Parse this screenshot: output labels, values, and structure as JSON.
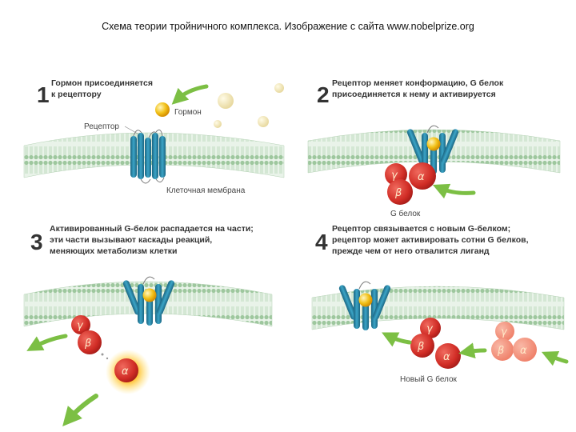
{
  "caption": "Схема теории тройничного комплекса. Изображение с сайта www.nobelprize.org",
  "colors": {
    "membrane": "#c9e0c9",
    "lipid_head": "#9bc49b",
    "receptor": "#2a7f9e",
    "hormone": "#f0b400",
    "alpha": "#d7332b",
    "beta": "#c92b26",
    "gamma": "#e0403a",
    "arrow": "#7cbf44"
  },
  "panels": [
    {
      "number": "1",
      "title_lines": [
        "Гормон присоединяется",
        "к рецептору"
      ],
      "labels": {
        "hormone": "Гормон",
        "receptor": "Рецептор",
        "membrane": "Клеточная мембрана"
      }
    },
    {
      "number": "2",
      "title_lines": [
        "Рецептор меняет конформацию, G белок",
        "присоединяется к нему и активируется"
      ],
      "labels": {
        "gprotein": "G белок"
      }
    },
    {
      "number": "3",
      "title_lines": [
        "Активированный G-белок распадается на части;",
        "эти части вызывают каскады реакций,",
        "меняющих метаболизм клетки"
      ]
    },
    {
      "number": "4",
      "title_lines": [
        "Рецептор связывается с новым G-белком;",
        "рецептор может активировать сотни G белков,",
        "прежде чем от него отвалится лиганд"
      ],
      "labels": {
        "new_gprotein": "Новый G белок"
      }
    }
  ],
  "subunits": {
    "alpha": "α",
    "beta": "β",
    "gamma": "γ"
  },
  "icons": [
    "arrow-icon",
    "hormone-icon",
    "receptor-icon",
    "membrane-icon"
  ]
}
